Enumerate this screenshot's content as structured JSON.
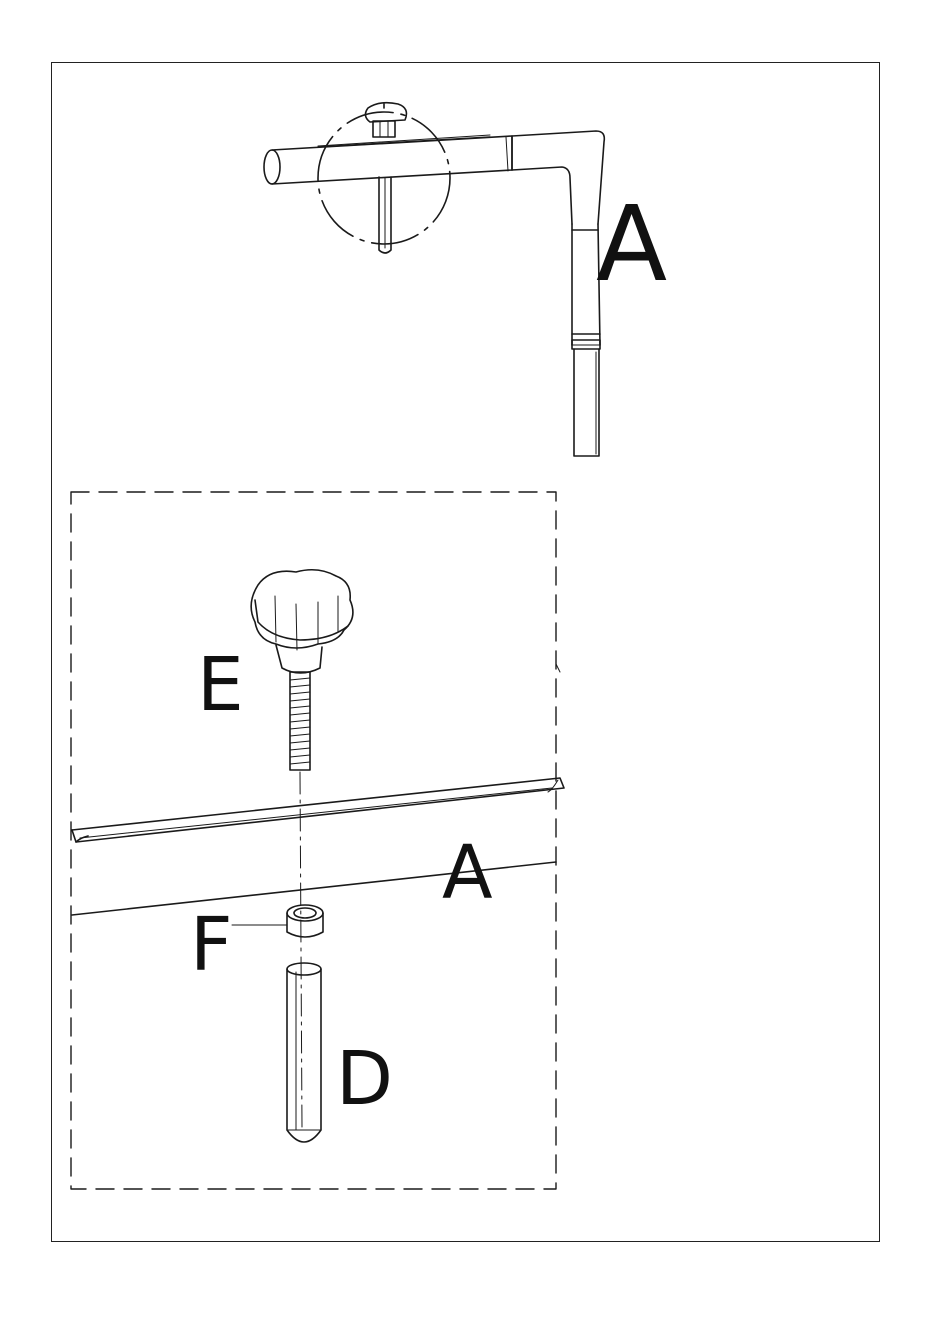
{
  "labels": {
    "frame_part": "A",
    "knob": "E",
    "tube_detail": "A",
    "spacer": "F",
    "pin": "D"
  }
}
